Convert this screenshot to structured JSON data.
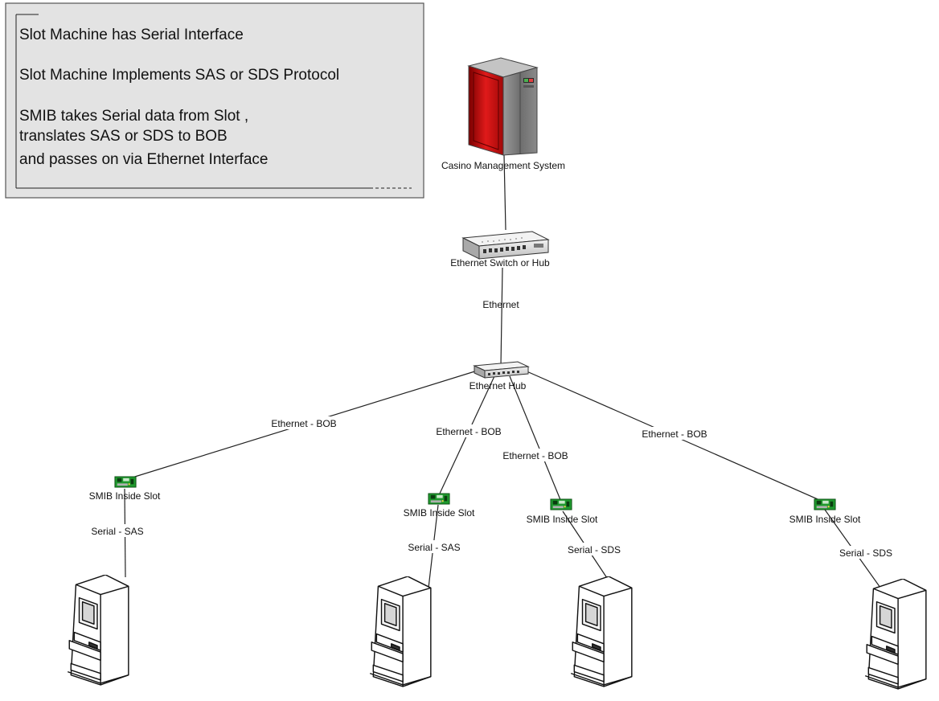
{
  "note": {
    "lines": [
      "Slot Machine has Serial Interface",
      "Slot Machine Implements SAS or SDS Protocol",
      "SMIB takes Serial data from Slot ,",
      "translates SAS or SDS to BOB",
      "and passes on via Ethernet Interface"
    ]
  },
  "server": {
    "label": "Casino Management System"
  },
  "switch": {
    "label": "Ethernet Switch or Hub"
  },
  "backbone": {
    "label": "Ethernet"
  },
  "hub": {
    "label": "Ethernet Hub"
  },
  "branches": [
    {
      "link_label": "Ethernet - BOB",
      "smib_label": "SMIB Inside Slot",
      "serial_label": "Serial - SAS"
    },
    {
      "link_label": "Ethernet - BOB",
      "smib_label": "SMIB Inside Slot",
      "serial_label": "Serial - SAS"
    },
    {
      "link_label": "Ethernet - BOB",
      "smib_label": "SMIB Inside Slot",
      "serial_label": "Serial - SDS"
    },
    {
      "link_label": "Ethernet - BOB",
      "smib_label": "SMIB Inside Slot",
      "serial_label": "Serial - SDS"
    }
  ],
  "colors": {
    "note_bg": "#e3e3e3",
    "server_red": "#c81414",
    "server_gray": "#8c8c8c",
    "board_green": "#1f9a2e"
  }
}
